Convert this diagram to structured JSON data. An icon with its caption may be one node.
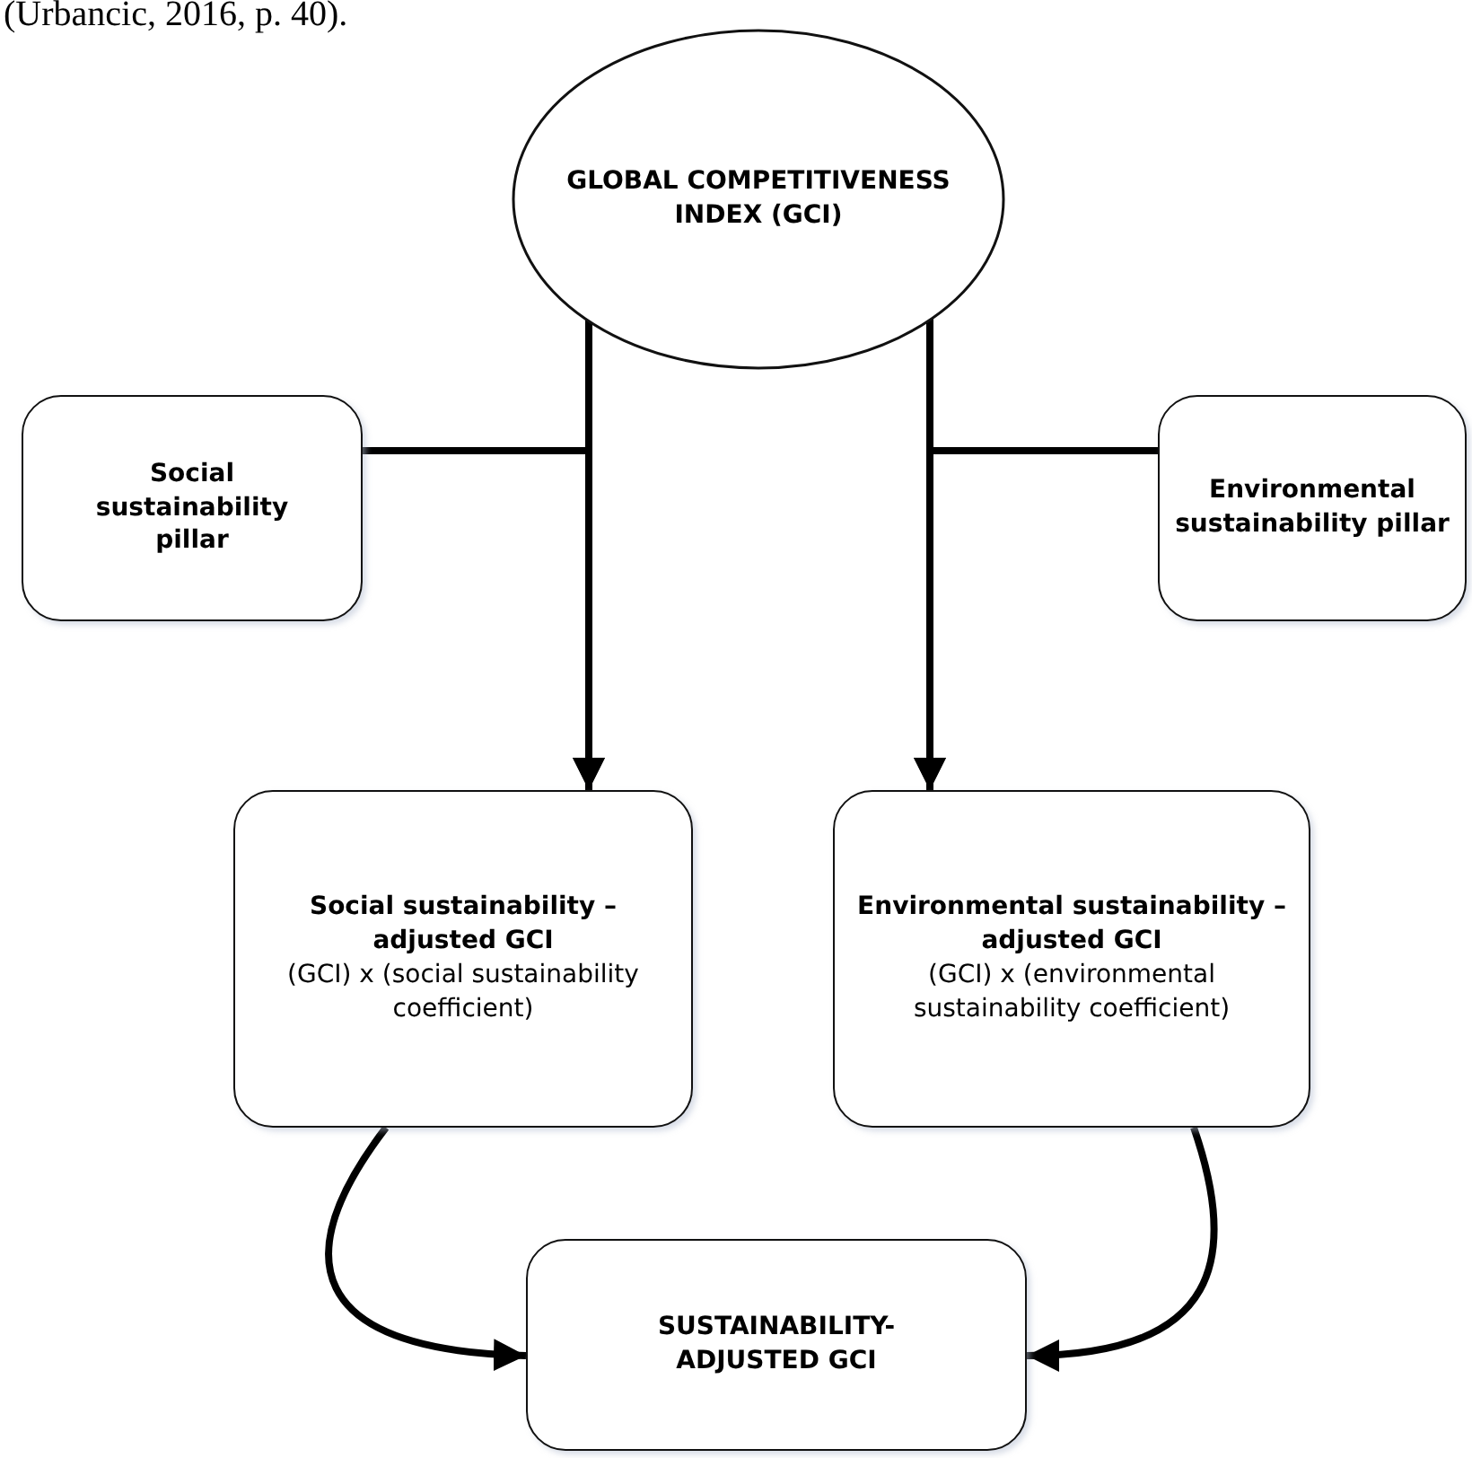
{
  "diagram": {
    "nodes": [
      {
        "text": [
          "GLOBAL COMPETITIVENESS INDEX (GCI)"
        ]
      },
      {
        "text": [
          "Social sustainability pillar"
        ]
      },
      {
        "text": [
          "Environmental sustainability pillar"
        ]
      },
      {
        "text": [
          "Social sustainability – adjusted GCI",
          "(GCI) x (social sustainability coefficient)"
        ]
      },
      {
        "text": [
          "Environmental sustainability – adjusted GCI",
          "(GCI) x (environmental sustainability coefficient)"
        ]
      },
      {
        "text": [
          "SUSTAINABILITY-ADJUSTED GCI"
        ]
      }
    ],
    "edges": [
      {
        "from": 0,
        "to": 3,
        "arrow": "to"
      },
      {
        "from": 1,
        "to": 3,
        "arrow": "to"
      },
      {
        "from": 0,
        "to": 4,
        "arrow": "to"
      },
      {
        "from": 2,
        "to": 4,
        "arrow": "to"
      },
      {
        "from": 3,
        "to": 5,
        "arrow": "to"
      },
      {
        "from": 4,
        "to": 5,
        "arrow": "to"
      }
    ],
    "labels": [
      "(Urbancic, 2016, p. 40)."
    ]
  }
}
